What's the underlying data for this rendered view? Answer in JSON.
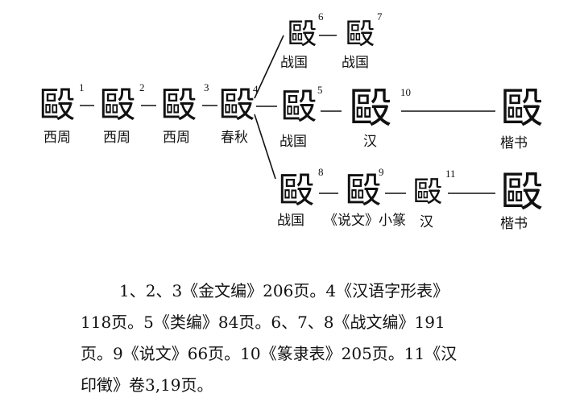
{
  "diagram": {
    "nodes": [
      {
        "id": "1",
        "glyph": "毆",
        "period": "西周"
      },
      {
        "id": "2",
        "glyph": "毆",
        "period": "西周"
      },
      {
        "id": "3",
        "glyph": "毆",
        "period": "西周"
      },
      {
        "id": "4",
        "glyph": "毆",
        "period": "春秋"
      },
      {
        "id": "5",
        "glyph": "毆",
        "period": "战国"
      },
      {
        "id": "6",
        "glyph": "毆",
        "period": "战国"
      },
      {
        "id": "7",
        "glyph": "毆",
        "period": "战国"
      },
      {
        "id": "8",
        "glyph": "毆",
        "period": "战国"
      },
      {
        "id": "9",
        "glyph": "毆",
        "period": "《说文》小篆"
      },
      {
        "id": "10",
        "glyph": "毆",
        "period": "汉"
      },
      {
        "id": "11",
        "glyph": "毆",
        "period": "汉"
      },
      {
        "id": "k1",
        "glyph": "毆",
        "period": "楷书"
      },
      {
        "id": "k2",
        "glyph": "毆",
        "period": "楷书"
      }
    ]
  },
  "caption": {
    "line1": "1、2、3《金文编》206页。4《汉语字形表》",
    "line2": "118页。5《类编》84页。6、7、8《战文编》191",
    "line3": "页。9《说文》66页。10《篆隶表》205页。11《汉",
    "line4": "印徵》卷3,19页。"
  }
}
